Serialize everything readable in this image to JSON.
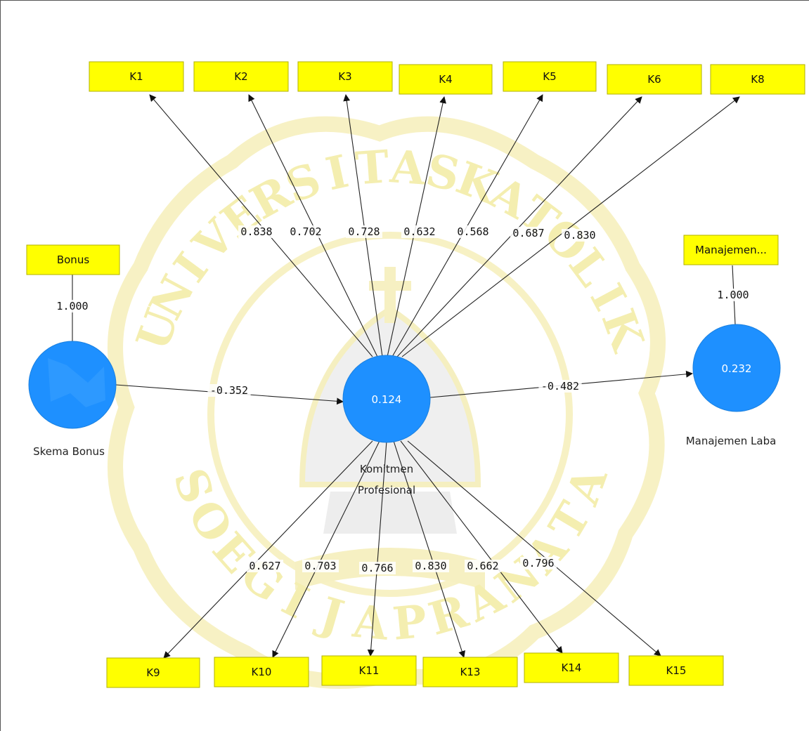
{
  "colors": {
    "indicator_fill": "#ffff00",
    "latent_fill": "#1e90ff",
    "watermark": "#f4eeb0"
  },
  "watermark": {
    "letters_top": [
      "U",
      "N",
      "I",
      "V",
      "E",
      "R",
      "S",
      "I",
      "T",
      "A",
      "S",
      "K",
      "A",
      "T",
      "O",
      "L",
      "I",
      "K"
    ],
    "letters_bottom": [
      "S",
      "O",
      "E",
      "G",
      "I",
      "J",
      "A",
      "P",
      "R",
      "A",
      "N",
      "A",
      "T",
      "A"
    ]
  },
  "latents": {
    "skema": {
      "name": "Skema Bonus",
      "value": ""
    },
    "komitmen": {
      "name_line1": "Komitmen",
      "name_line2": "Profesional",
      "value": "0.124"
    },
    "manajemen": {
      "name": "Manajemen Laba",
      "value": "0.232"
    }
  },
  "indicators": {
    "bonus": {
      "label": "Bonus",
      "loading": "1.000"
    },
    "manajemen": {
      "label": "Manajemen...",
      "loading": "1.000"
    },
    "top": [
      {
        "label": "K1",
        "loading": "0.838"
      },
      {
        "label": "K2",
        "loading": "0.702"
      },
      {
        "label": "K3",
        "loading": "0.728"
      },
      {
        "label": "K4",
        "loading": "0.632"
      },
      {
        "label": "K5",
        "loading": "0.568"
      },
      {
        "label": "K6",
        "loading": "0.687"
      },
      {
        "label": "K8",
        "loading": "0.830"
      }
    ],
    "bottom": [
      {
        "label": "K9",
        "loading": "0.627"
      },
      {
        "label": "K10",
        "loading": "0.703"
      },
      {
        "label": "K11",
        "loading": "0.766"
      },
      {
        "label": "K13",
        "loading": "0.830"
      },
      {
        "label": "K14",
        "loading": "0.662"
      },
      {
        "label": "K15",
        "loading": "0.796"
      }
    ]
  },
  "paths": [
    {
      "from": "Skema Bonus",
      "to": "Komitmen Profesional",
      "coefficient": "-0.352"
    },
    {
      "from": "Komitmen Profesional",
      "to": "Manajemen Laba",
      "coefficient": "-0.482"
    }
  ]
}
